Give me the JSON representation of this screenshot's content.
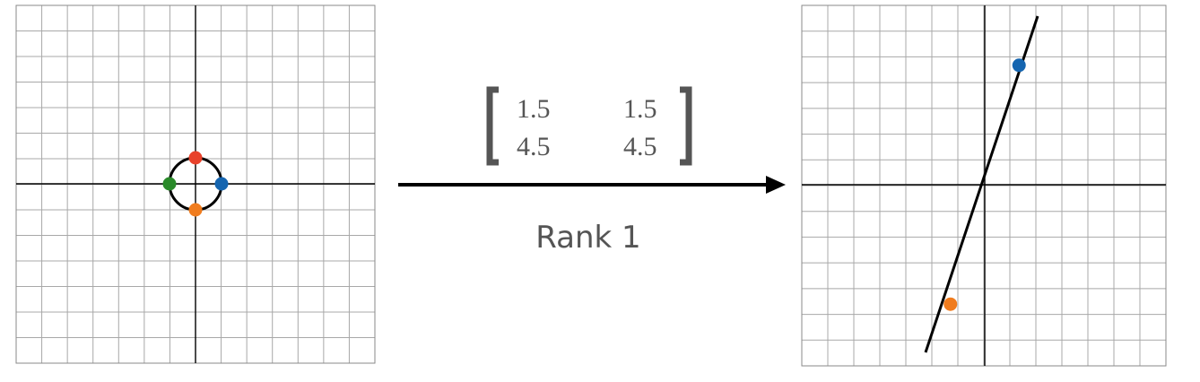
{
  "matrix": {
    "row1": [
      "1.5",
      "1.5"
    ],
    "row2": [
      "4.5",
      "4.5"
    ]
  },
  "rank_label": "Rank 1",
  "input_plot": {
    "grid_units": {
      "x": [
        -7,
        7
      ],
      "y": [
        -7,
        7
      ]
    },
    "unit_circle": true,
    "points": [
      {
        "name": "red",
        "color": "#e8422b",
        "x": 0,
        "y": 1
      },
      {
        "name": "blue",
        "color": "#1565b0",
        "x": 1,
        "y": 0
      },
      {
        "name": "orange",
        "color": "#f07c1e",
        "x": 0,
        "y": -1
      },
      {
        "name": "green",
        "color": "#2a8a2a",
        "x": -1,
        "y": 0
      }
    ]
  },
  "output_plot": {
    "grid_units": {
      "x": [
        -7,
        7
      ],
      "y": [
        -7,
        7
      ]
    },
    "line_slope": 3,
    "points": [
      {
        "name": "blue",
        "color": "#1565b0",
        "x": 1.5,
        "y": 4.5
      },
      {
        "name": "orange",
        "color": "#f07c1e",
        "x": -1.5,
        "y": -4.5
      }
    ]
  },
  "colors": {
    "grid": "#a8a8a8",
    "axis": "#000000",
    "text": "#555555"
  }
}
